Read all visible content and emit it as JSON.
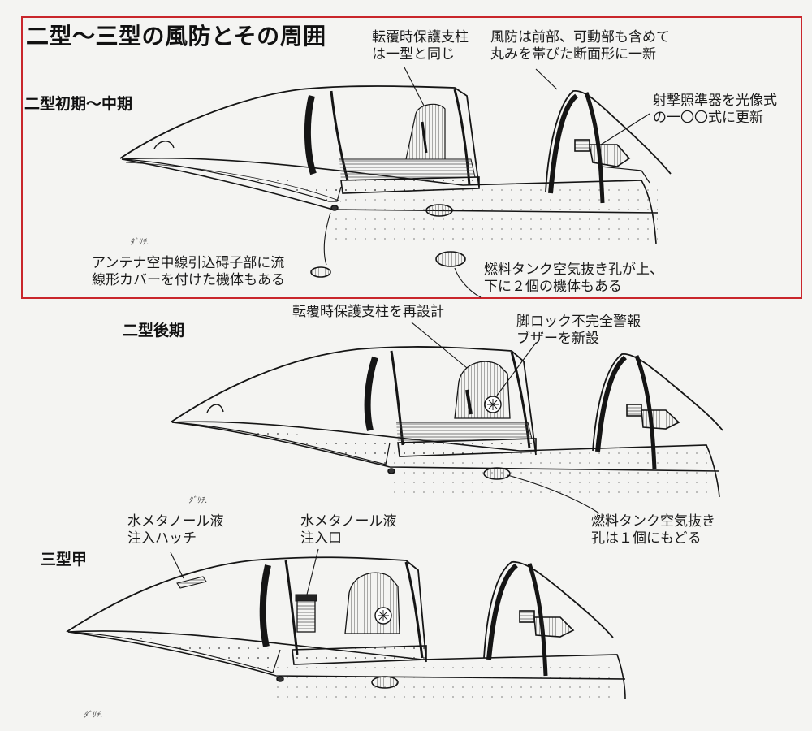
{
  "title": "二型〜三型の風防とその周囲",
  "colors": {
    "frame": "#c9262c",
    "ink": "#151515",
    "paper": "#f4f4f2"
  },
  "sections": {
    "early": "二型初期〜中期",
    "late": "二型後期",
    "type3": "三型甲"
  },
  "annotations": {
    "early": {
      "rollover_support": [
        "転覆時保護支柱",
        "は一型と同じ"
      ],
      "windshield": [
        "風防は前部、可動部も含めて",
        "丸みを帯びた断面形に一新"
      ],
      "gunsight": [
        "射撃照準器を光像式",
        "の一〇〇式に更新"
      ],
      "antenna": [
        "アンテナ空中線引込碍子部に流",
        "線形カバーを付けた機体もある"
      ],
      "fuel_vent": [
        "燃料タンク空気抜き孔が上、",
        "下に２個の機体もある"
      ]
    },
    "late": {
      "rollover_redesign": "転覆時保護支柱を再設計",
      "gear_buzzer": [
        "脚ロック不完全警報",
        "ブザーを新設"
      ],
      "fuel_vent": [
        "燃料タンク空気抜き",
        "孔は１個にもどる"
      ]
    },
    "type3": {
      "water_hatch": [
        "水メタノール液",
        "注入ハッチ"
      ],
      "water_inlet": [
        "水メタノール液",
        "注入口"
      ]
    }
  },
  "signature": "ﾀﾞﾘﾁ."
}
